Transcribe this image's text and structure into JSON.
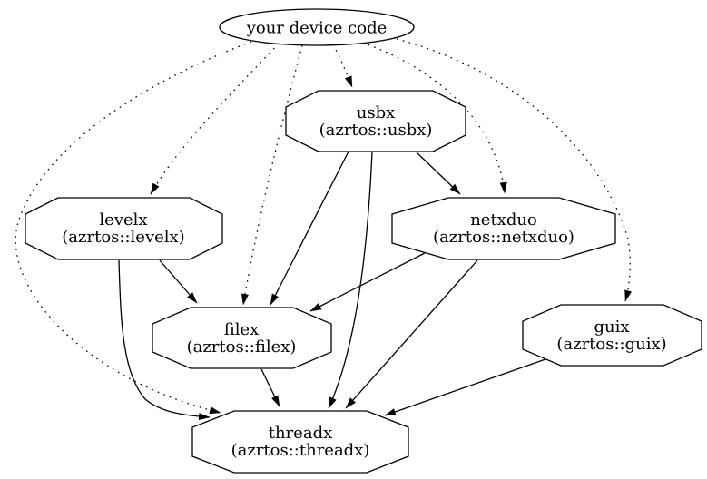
{
  "diagram": {
    "type": "dependency-graph",
    "background_color": "#ffffff",
    "line_color": "#000000",
    "nodes": {
      "device": {
        "label": "your device code",
        "shape": "ellipse"
      },
      "usbx": {
        "label": "usbx",
        "sublabel": "(azrtos::usbx)",
        "shape": "octagon"
      },
      "levelx": {
        "label": "levelx",
        "sublabel": "(azrtos::levelx)",
        "shape": "octagon"
      },
      "netxduo": {
        "label": "netxduo",
        "sublabel": "(azrtos::netxduo)",
        "shape": "octagon"
      },
      "filex": {
        "label": "filex",
        "sublabel": "(azrtos::filex)",
        "shape": "octagon"
      },
      "guix": {
        "label": "guix",
        "sublabel": "(azrtos::guix)",
        "shape": "octagon"
      },
      "threadx": {
        "label": "threadx",
        "sublabel": "(azrtos::threadx)",
        "shape": "octagon"
      }
    },
    "edges": [
      {
        "from": "device",
        "to": "usbx",
        "style": "dotted"
      },
      {
        "from": "device",
        "to": "levelx",
        "style": "dotted"
      },
      {
        "from": "device",
        "to": "netxduo",
        "style": "dotted"
      },
      {
        "from": "device",
        "to": "filex",
        "style": "dotted"
      },
      {
        "from": "device",
        "to": "guix",
        "style": "dotted"
      },
      {
        "from": "device",
        "to": "threadx",
        "style": "dotted"
      },
      {
        "from": "usbx",
        "to": "netxduo",
        "style": "solid"
      },
      {
        "from": "usbx",
        "to": "filex",
        "style": "solid"
      },
      {
        "from": "usbx",
        "to": "threadx",
        "style": "solid"
      },
      {
        "from": "levelx",
        "to": "filex",
        "style": "solid"
      },
      {
        "from": "levelx",
        "to": "threadx",
        "style": "solid"
      },
      {
        "from": "netxduo",
        "to": "filex",
        "style": "solid"
      },
      {
        "from": "netxduo",
        "to": "threadx",
        "style": "solid"
      },
      {
        "from": "filex",
        "to": "threadx",
        "style": "solid"
      },
      {
        "from": "guix",
        "to": "threadx",
        "style": "solid"
      }
    ]
  }
}
